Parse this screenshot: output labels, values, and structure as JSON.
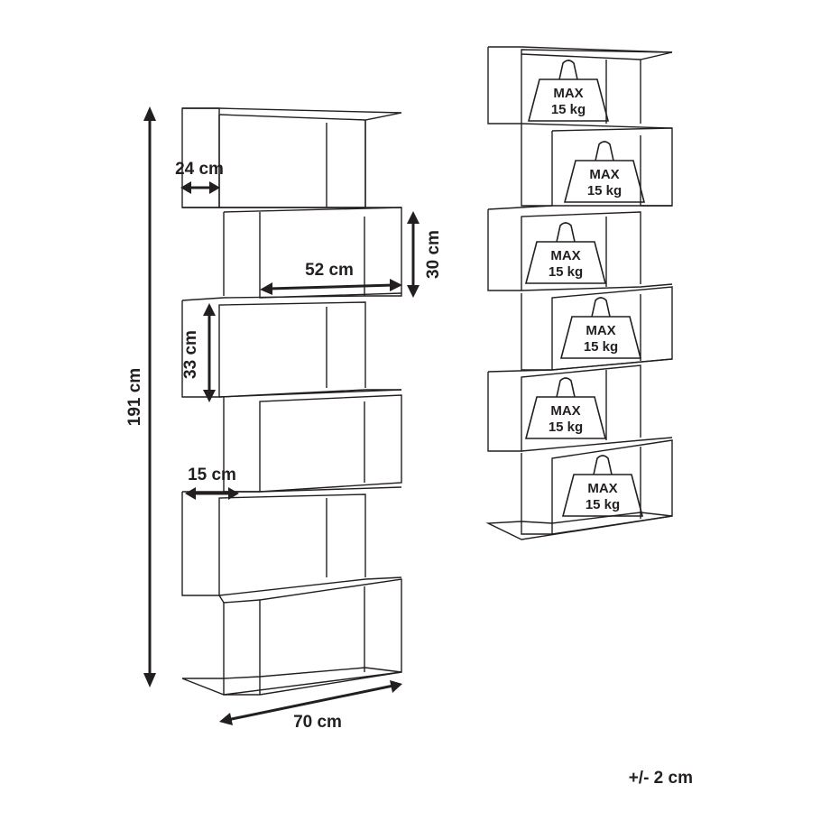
{
  "colors": {
    "ink": "#231f20",
    "background": "#ffffff"
  },
  "dimensions": {
    "height": "191 cm",
    "width": "70 cm",
    "depth": "24 cm",
    "inner_width": "52 cm",
    "compartment_height_small": "30 cm",
    "compartment_height_large": "33 cm",
    "side_offset": "15 cm"
  },
  "load": {
    "label_max": "MAX",
    "label_weight": "15 kg",
    "weights": [
      {
        "label_max": "MAX",
        "label_weight": "15 kg"
      },
      {
        "label_max": "MAX",
        "label_weight": "15 kg"
      },
      {
        "label_max": "MAX",
        "label_weight": "15 kg"
      },
      {
        "label_max": "MAX",
        "label_weight": "15 kg"
      },
      {
        "label_max": "MAX",
        "label_weight": "15 kg"
      },
      {
        "label_max": "MAX",
        "label_weight": "15 kg"
      }
    ]
  },
  "tolerance": "+/- 2 cm",
  "icons": [
    "arrow-icon",
    "weight-icon"
  ]
}
